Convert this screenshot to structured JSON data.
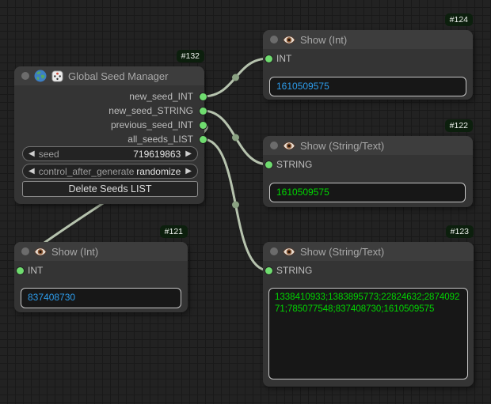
{
  "colors": {
    "slot_green": "#6fdc6f",
    "link": "#b6c3ae",
    "link_dot": "#8aa182",
    "int_value": "#2d9ceb",
    "string_value": "#00d600",
    "badge_bg": "#0c1f0d"
  },
  "nodes": {
    "gsm": {
      "badge": "#132",
      "title": "Global Seed Manager",
      "title_icons": [
        "globe-icon",
        "die-icon"
      ],
      "outputs": [
        "new_seed_INT",
        "new_seed_STRING",
        "previous_seed_INT",
        "all_seeds_LIST"
      ],
      "widgets": {
        "seed": {
          "left_arrow": "◀",
          "label": "seed",
          "value": "719619863",
          "right_arrow": "▶"
        },
        "control_after_generate": {
          "left_arrow": "◀",
          "label": "control_after_generate",
          "value": "randomize",
          "right_arrow": "▶"
        },
        "delete_button": "Delete Seeds LIST"
      }
    },
    "show124": {
      "badge": "#124",
      "title": "Show (Int)",
      "input": "INT",
      "value": "1610509575"
    },
    "show122": {
      "badge": "#122",
      "title": "Show (String/Text)",
      "input": "STRING",
      "value": "1610509575"
    },
    "show121": {
      "badge": "#121",
      "title": "Show (Int)",
      "input": "INT",
      "value": "837408730"
    },
    "show123": {
      "badge": "#123",
      "title": "Show (String/Text)",
      "input": "STRING",
      "value": "1338410933;1383895773;22824632;287409271;785077548;837408730;1610509575"
    }
  }
}
